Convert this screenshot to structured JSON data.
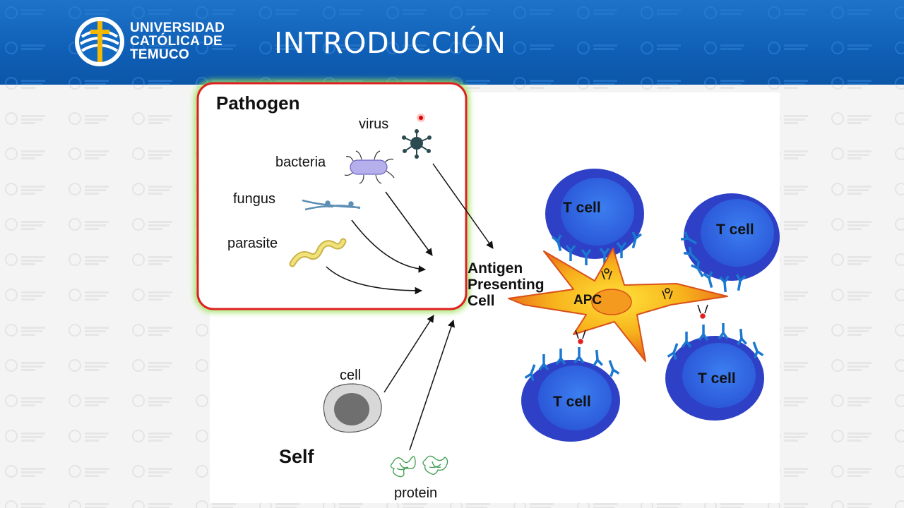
{
  "header": {
    "logo_lines": [
      "UNIVERSIDAD",
      "CATÓLICA DE",
      "TEMUCO"
    ],
    "title": "INTRODUCCIÓN",
    "color": "#1269c1"
  },
  "diagram": {
    "pathogen_title": "Pathogen",
    "virus": "virus",
    "bacteria": "bacteria",
    "fungus": "fungus",
    "parasite": "parasite",
    "apc_label_lines": [
      "Antigen",
      "Presenting",
      "Cell"
    ],
    "apc": "APC",
    "t_cells": [
      "T cell",
      "T cell",
      "T cell",
      "T cell"
    ],
    "self_title": "Self",
    "cell": "cell",
    "protein": "protein",
    "highlight_color": "#e02020",
    "tcell_color": "#2a3fc9",
    "apc_color": "#f5a21a"
  }
}
